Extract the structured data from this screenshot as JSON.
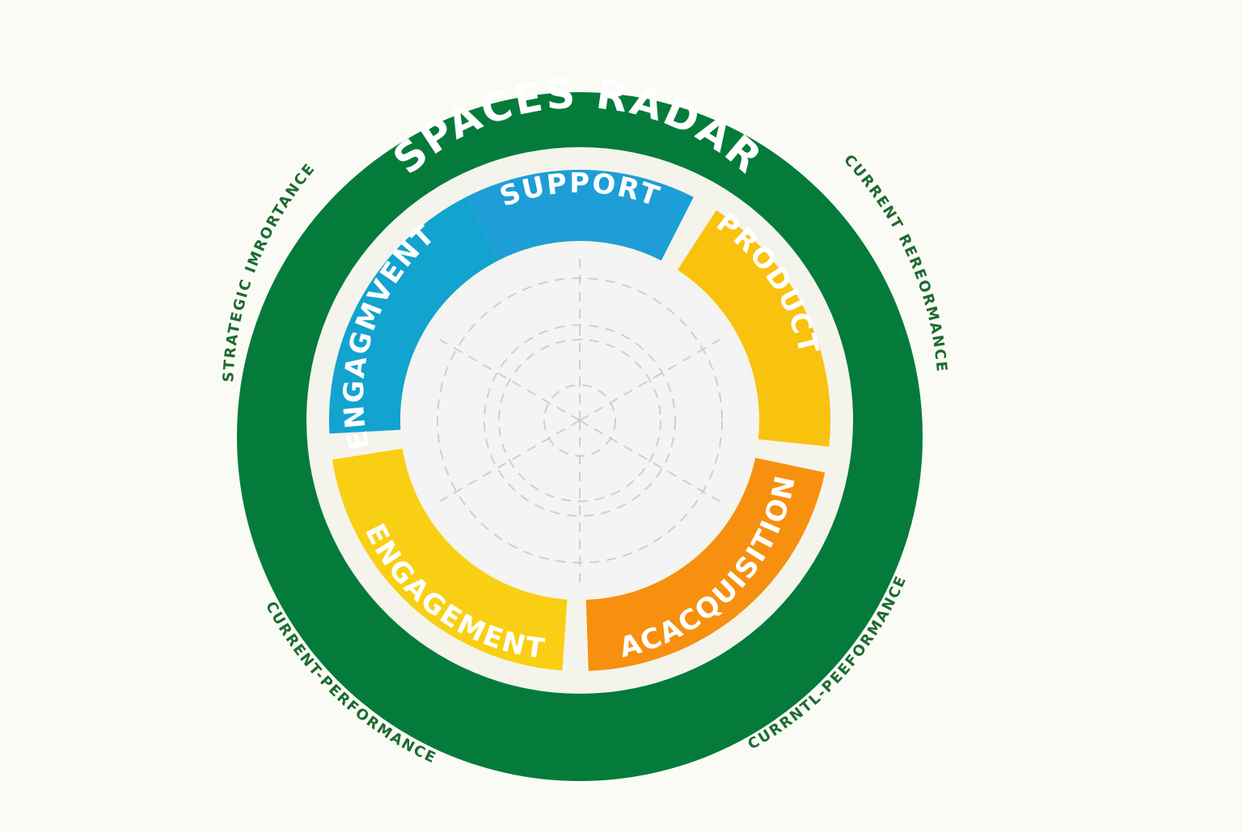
{
  "title": "SPACES RADAR",
  "colors": {
    "background": "#fbfbf6",
    "outer_ring": "#047b3a",
    "separator": "#f4f4ec",
    "center": "#f4f4f4",
    "label_text": "#1d6b30"
  },
  "segments": [
    {
      "label": "SUPPORT",
      "color": "#1e9ed6"
    },
    {
      "label": "PRODUCT",
      "color": "#f9c20f"
    },
    {
      "label": "ACACQUISITION",
      "color": "#f7900f"
    },
    {
      "label": "ENGAGEMENT",
      "color": "#f9cf14"
    },
    {
      "label": "ENGAGMVENT",
      "color": "#12a3cf"
    }
  ],
  "outer_labels": {
    "top_left": "STRATEGIC IMRORTANCE",
    "top_right": "CURRENT REREORMANCE",
    "bottom_left": "CURRENT-PERFORMANCE",
    "bottom_right": "CURRNTL-PEEFORMANCE"
  }
}
